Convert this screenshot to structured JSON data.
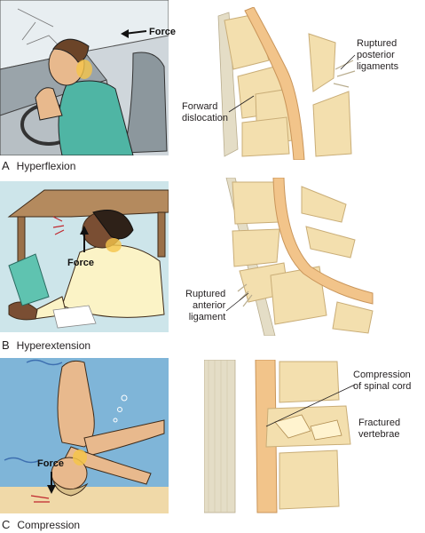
{
  "panels": [
    {
      "letter": "A",
      "caption": "Hyperflexion",
      "force_label": "Force",
      "spine_labels": {
        "left": "Forward\ndislocation",
        "right": "Ruptured\nposterior\nligaments"
      }
    },
    {
      "letter": "B",
      "caption": "Hyperextension",
      "force_label": "Force",
      "spine_labels": {
        "left": "Ruptured\nanterior\nligament"
      }
    },
    {
      "letter": "C",
      "caption": "Compression",
      "force_label": "Force",
      "spine_labels": {
        "right_top": "Compression\nof spinal cord",
        "right_bottom": "Fractured\nvertebrae"
      }
    }
  ],
  "colors": {
    "bone": "#f3dfae",
    "bone_edge": "#c9ad77",
    "cord": "#f2c48a",
    "ligament": "#e4ddc6",
    "scene_bg_a": "#cdd5da",
    "scene_bg_b": "#cde5ea",
    "scene_bg_c": "#7fb5d8",
    "skin": "#e8b98d",
    "shirt_a": "#4fb5a4",
    "shirt_b": "#fbf3c6",
    "hair": "#5a3a22"
  }
}
